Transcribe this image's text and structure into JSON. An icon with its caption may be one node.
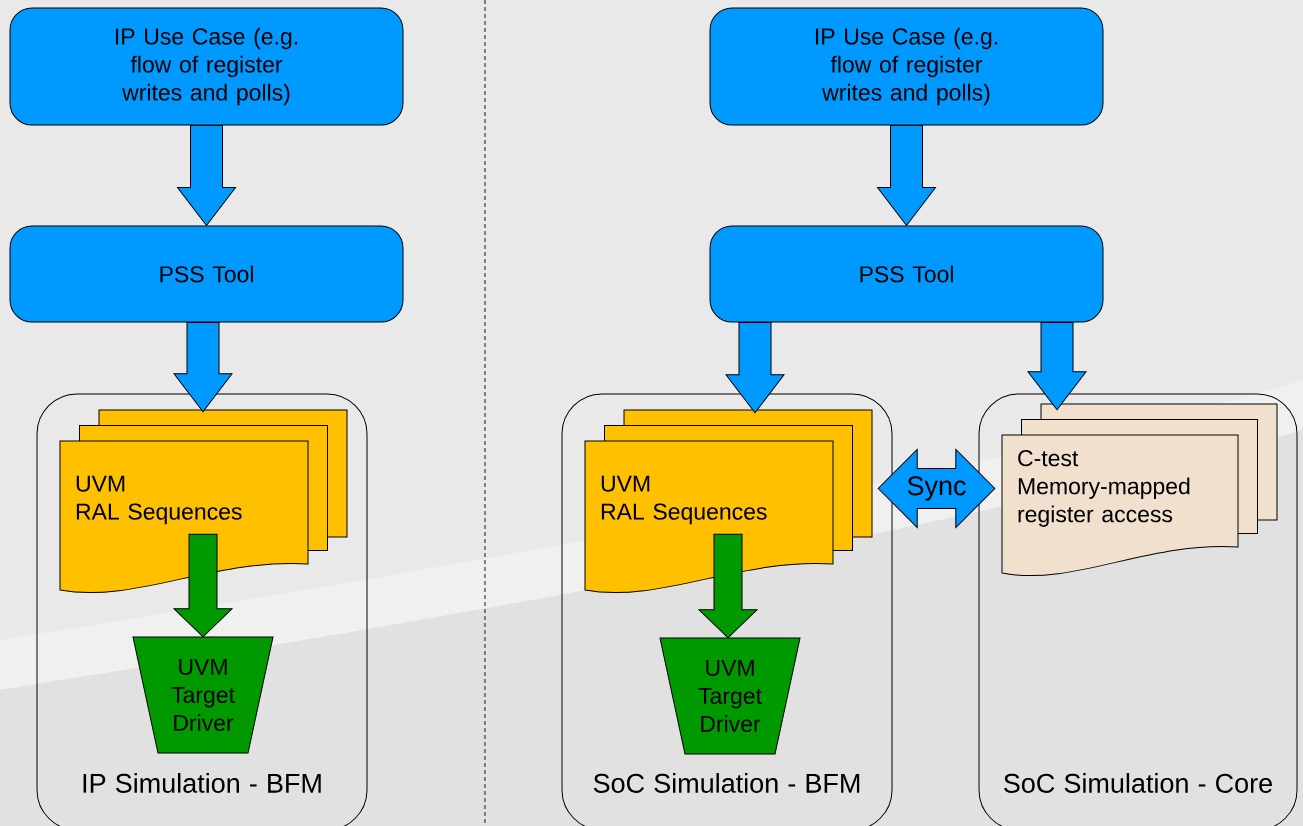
{
  "diagram": {
    "nodes": [
      {
        "text": [
          "IP Use Case (e.g. flow of register writes and polls)"
        ]
      },
      {
        "text": [
          "PSS Tool"
        ]
      },
      {
        "text": [
          "IP Simulation - BFM"
        ]
      },
      {
        "text": [
          "UVM",
          "RAL Sequences"
        ],
        "in": 2
      },
      {
        "text": [
          "UVM Target Driver"
        ],
        "in": 2
      },
      {
        "text": [
          "IP Use Case (e.g. flow of register writes and polls)"
        ]
      },
      {
        "text": [
          "PSS Tool"
        ]
      },
      {
        "text": [
          "SoC Simulation - BFM"
        ]
      },
      {
        "text": [
          "UVM",
          "RAL Sequences"
        ],
        "in": 7
      },
      {
        "text": [
          "UVM Target Driver"
        ],
        "in": 7
      },
      {
        "text": [
          "SoC Simulation - Core"
        ]
      },
      {
        "text": [
          "C-test",
          "Memory-mapped register access"
        ],
        "in": 10
      }
    ],
    "edges": [
      {
        "from": 0,
        "to": 1,
        "arrow": "to"
      },
      {
        "from": 1,
        "to": 3,
        "arrow": "to"
      },
      {
        "from": 3,
        "to": 4,
        "arrow": "to",
        "color": "#009900"
      },
      {
        "from": 5,
        "to": 6,
        "arrow": "to"
      },
      {
        "from": 6,
        "to": 8,
        "arrow": "to"
      },
      {
        "from": 6,
        "to": 11,
        "arrow": "to"
      },
      {
        "from": 8,
        "to": 9,
        "arrow": "to",
        "color": "#009900"
      },
      {
        "from": 8,
        "to": 11,
        "arrow": "both",
        "label": "Sync"
      }
    ]
  }
}
